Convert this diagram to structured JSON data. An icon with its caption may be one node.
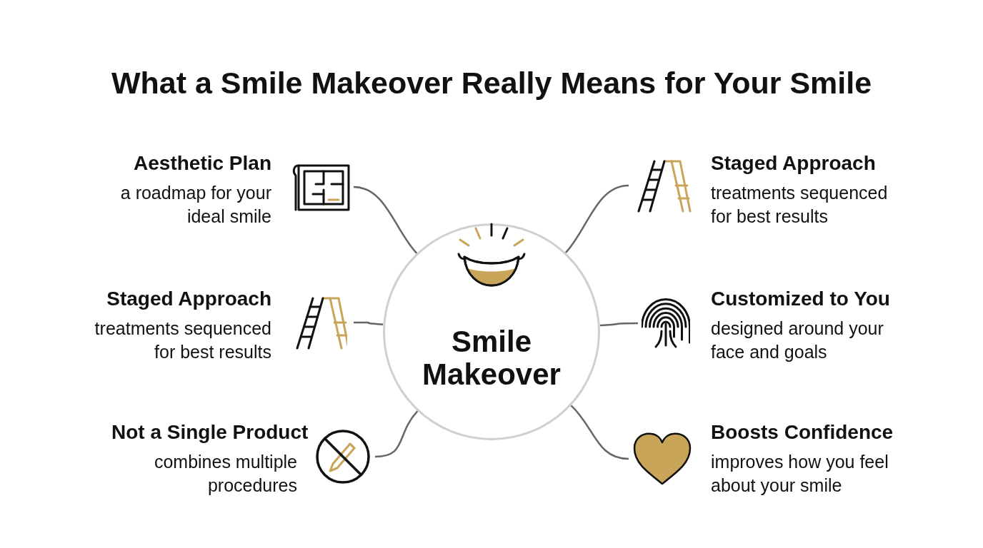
{
  "diagram": {
    "title": "What a Smile Makeover Really Means for Your Smile",
    "nodes": [
      {
        "text": [
          "Smile Makeover"
        ]
      },
      {
        "text": [
          "Aesthetic Plan",
          "a roadmap for your ideal smile"
        ]
      },
      {
        "text": [
          "Staged Approach",
          "treatments sequenced for best results"
        ]
      },
      {
        "text": [
          "Not a Single Product",
          "combines multiple procedures"
        ]
      },
      {
        "text": [
          "Staged Approach",
          "treatments sequenced for best results"
        ]
      },
      {
        "text": [
          "Customized to You",
          "designed around your face and goals"
        ]
      },
      {
        "text": [
          "Boosts Confidence",
          "improves how you feel about your smile"
        ]
      }
    ],
    "edges": [
      {
        "from": 0,
        "to": 1,
        "arrow": "none"
      },
      {
        "from": 0,
        "to": 2,
        "arrow": "none"
      },
      {
        "from": 0,
        "to": 3,
        "arrow": "none"
      },
      {
        "from": 0,
        "to": 4,
        "arrow": "none"
      },
      {
        "from": 0,
        "to": 5,
        "arrow": "none"
      },
      {
        "from": 0,
        "to": 6,
        "arrow": "none"
      }
    ]
  }
}
